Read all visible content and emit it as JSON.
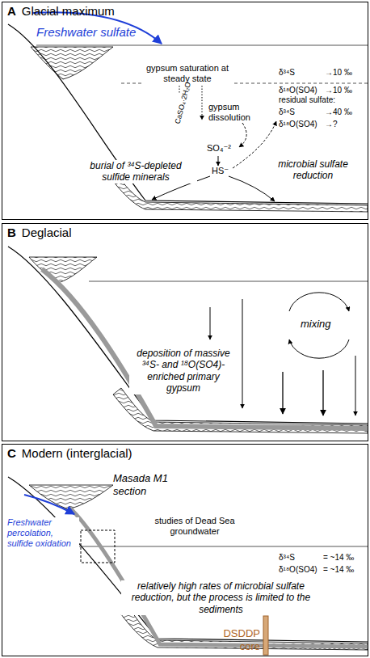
{
  "diagram": {
    "nodes": [
      {
        "text": [
          "A",
          "Glacial maximum"
        ]
      },
      {
        "text": [
          "B",
          "Deglacial"
        ]
      },
      {
        "text": [
          "C",
          "Modern (interglacial)"
        ]
      }
    ],
    "labels": [
      "Freshwater sulfate",
      "gypsum saturation at steady state",
      "CaSO₄·2H₂O",
      "gypsum dissolution",
      "δ³⁴S",
      "→10 ‰",
      "δ¹⁸O(SO4)",
      "→10 ‰",
      "residual sulfate:",
      "δ³⁴S",
      "→40 ‰",
      "δ¹⁸O(SO4)",
      "→?",
      "SO₄⁻²",
      "HS⁻",
      "microbial sulfate reduction",
      "burial of ³⁴S-depleted sulfide minerals",
      "mixing",
      "deposition of massive ³⁴S- and ¹⁸O(SO4)-enriched primary gypsum",
      "Masada M1 section",
      "Freshwater percolation, sulfide oxidation",
      "studies of Dead Sea groundwater",
      "δ³⁴S",
      "= ~14 ‰",
      "δ¹⁸O(SO4)",
      "= ~14 ‰",
      "relatively high rates of microbial sulfate reduction, but the process is limited to the sediments",
      "DSDDP core"
    ]
  }
}
